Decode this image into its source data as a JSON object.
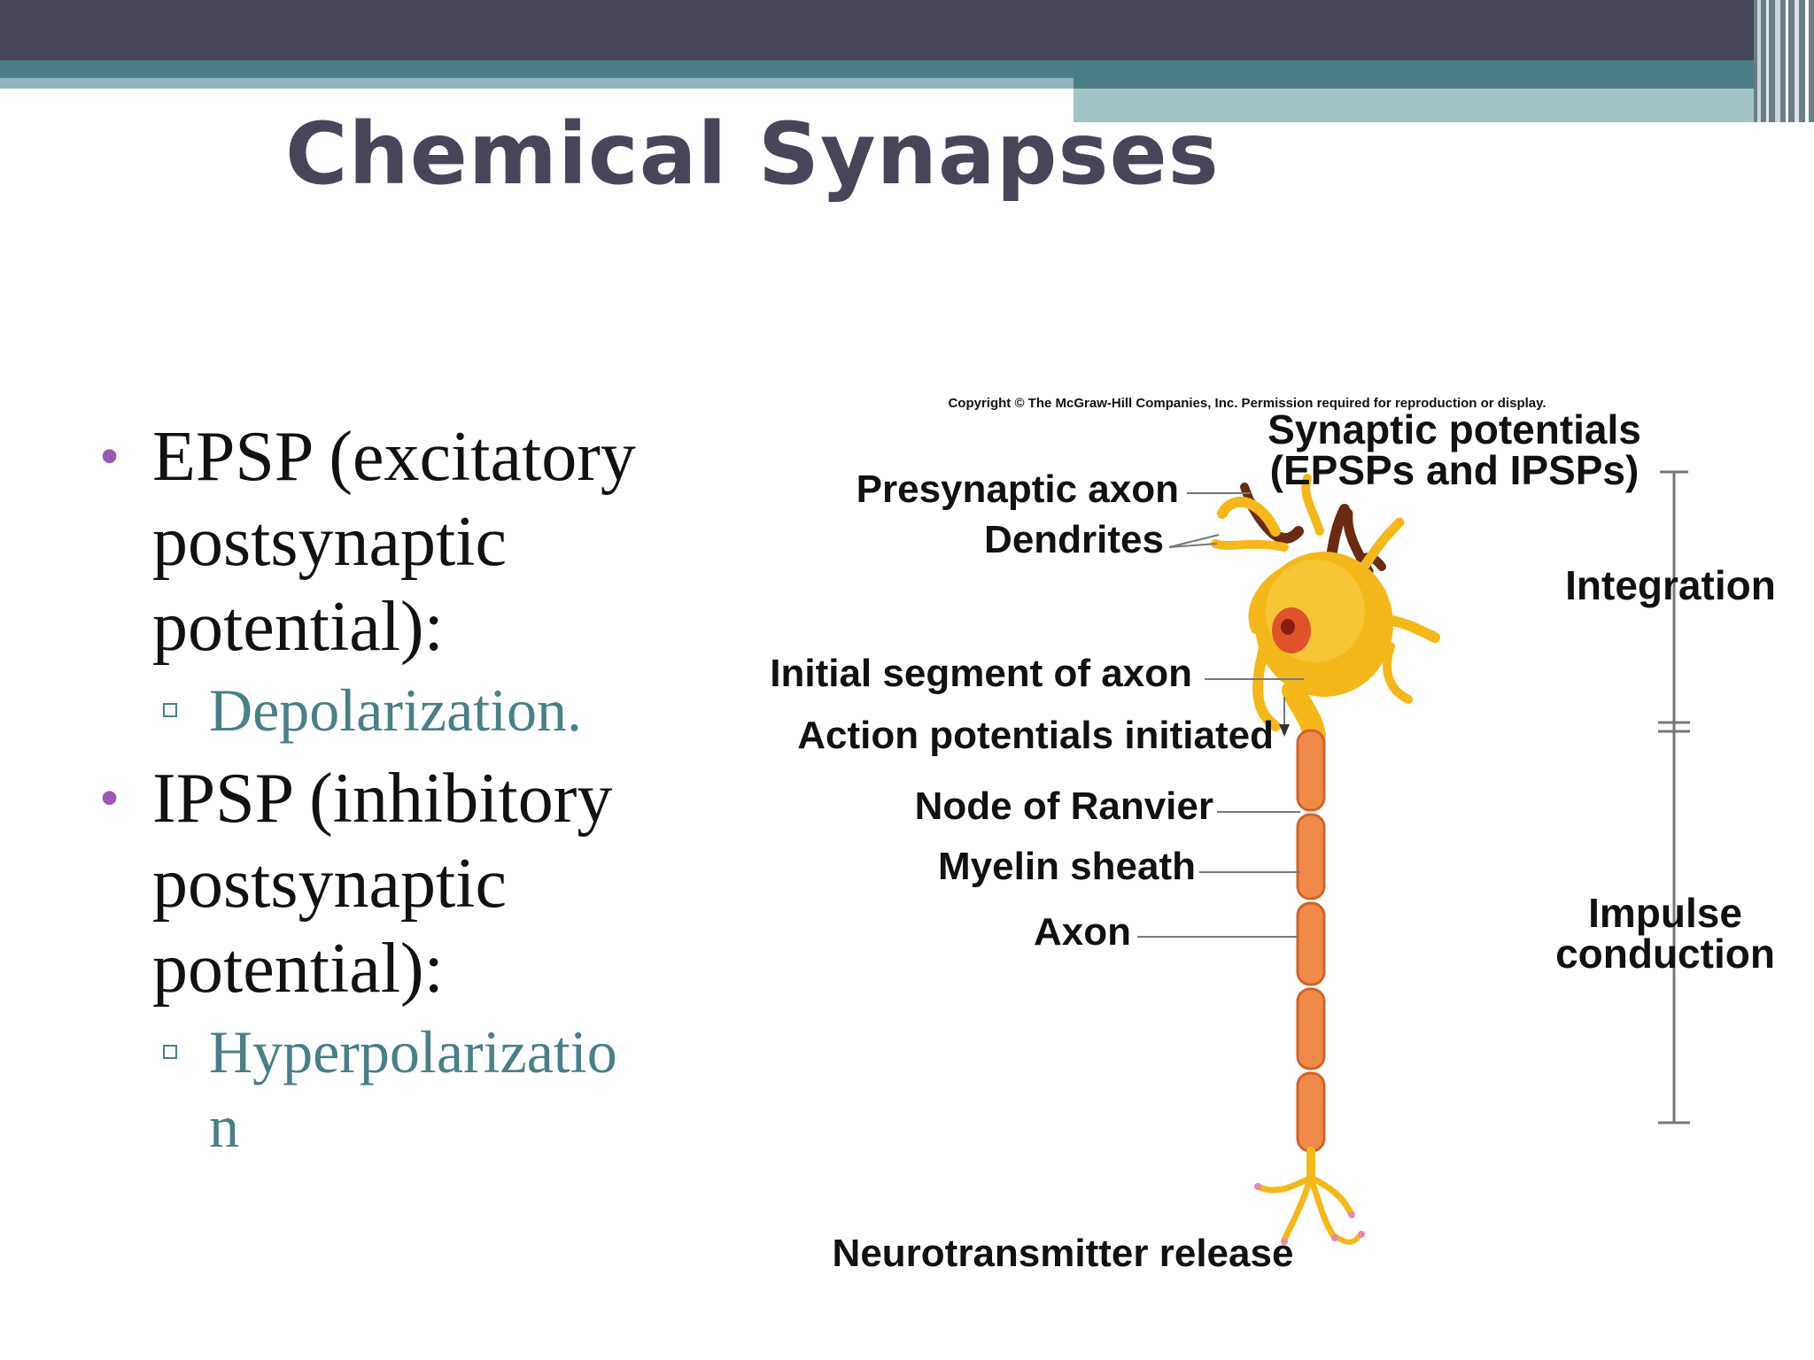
{
  "slide": {
    "title": "Chemical Synapses"
  },
  "bullets": [
    {
      "text": "EPSP (excitatory\npostsynaptic\npotential):",
      "sub": "Depolarization."
    },
    {
      "text": "IPSP (inhibitory\npostsynaptic\npotential):",
      "sub": "Hyperpolarizatio\nn"
    }
  ],
  "figure": {
    "copyright": "Copyright © The McGraw-Hill Companies, Inc. Permission required for reproduction or display.",
    "labels": {
      "presynaptic_axon": "Presynaptic axon",
      "dendrites": "Dendrites",
      "initial_segment": "Initial segment of axon",
      "action_potentials": "Action potentials initiated",
      "node_of_ranvier": "Node of Ranvier",
      "myelin_sheath": "Myelin sheath",
      "axon": "Axon",
      "neurotransmitter_release": "Neurotransmitter release",
      "synaptic_potentials_line1": "Synaptic potentials",
      "synaptic_potentials_line2": "(EPSPs and IPSPs)",
      "integration": "Integration",
      "impulse_line1": "Impulse",
      "impulse_line2": "conduction"
    }
  },
  "colors": {
    "header_dark": "#474659",
    "teal": "#4a7f86",
    "bullet_purple": "#9b59b6",
    "neuron_yellow": "#f5b81c",
    "axon_orange": "#f08a4b"
  }
}
